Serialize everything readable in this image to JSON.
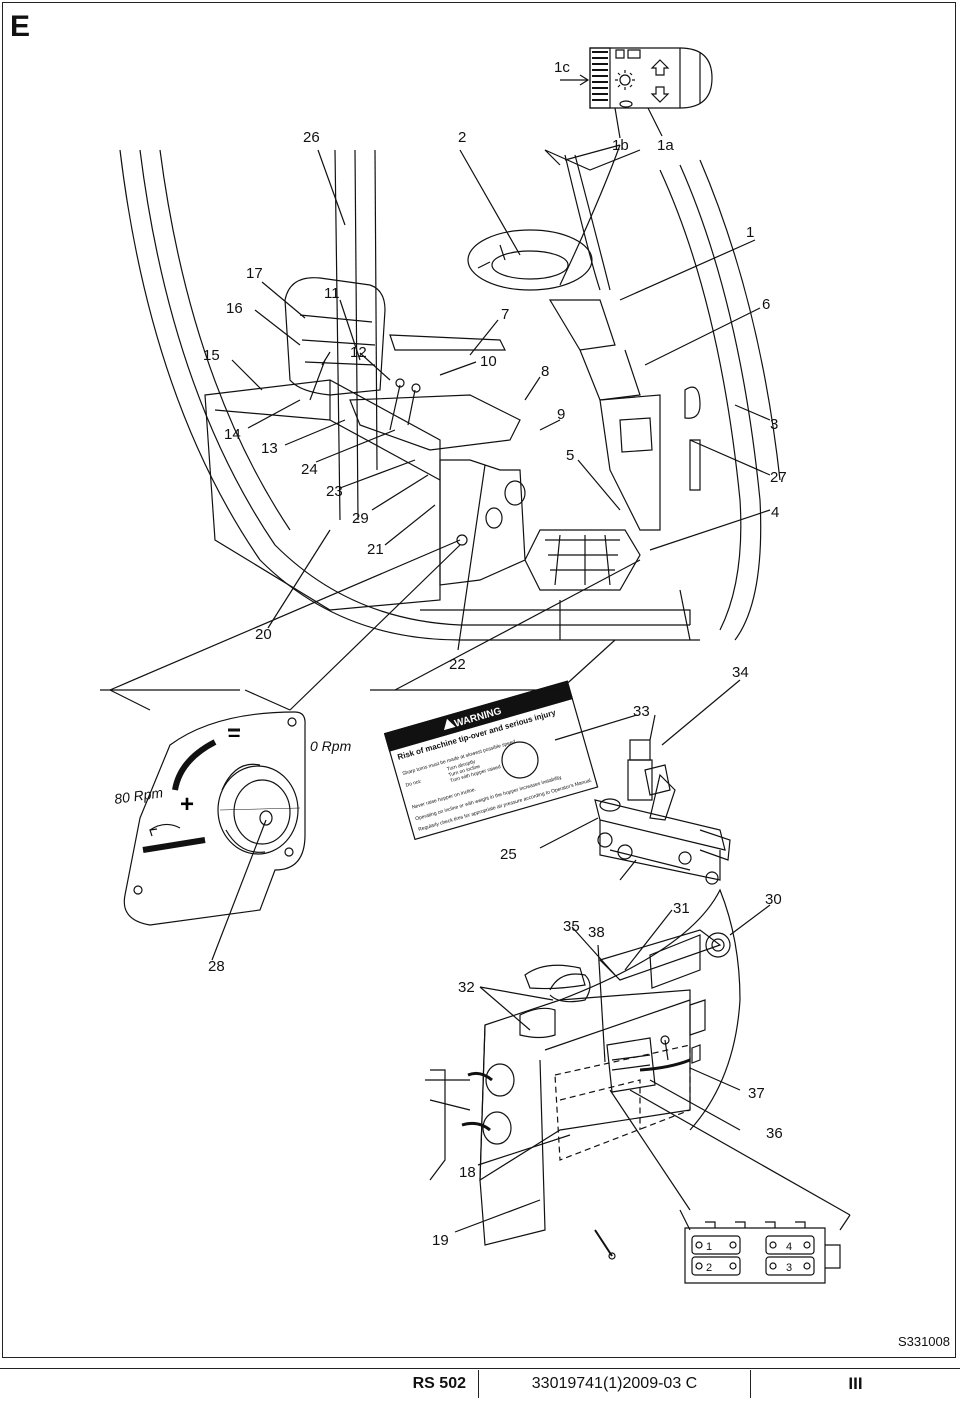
{
  "section_letter": "E",
  "figure_code": "S331008",
  "footer": {
    "model": "RS 502",
    "document": "33019741(1)2009-03 C",
    "revision": "III"
  },
  "callouts": {
    "c1c": "1c",
    "c1b": "1b",
    "c1a": "1a",
    "c26": "26",
    "c2": "2",
    "c1": "1",
    "c17": "17",
    "c16": "16",
    "c11": "11",
    "c7": "7",
    "c6": "6",
    "c15": "15",
    "c12": "12",
    "c10": "10",
    "c8": "8",
    "c9": "9",
    "c3": "3",
    "c14": "14",
    "c13": "13",
    "c24": "24",
    "c5": "5",
    "c27": "27",
    "c23": "23",
    "c29": "29",
    "c4": "4",
    "c21": "21",
    "c20": "20",
    "c22": "22",
    "c34": "34",
    "c33": "33",
    "c25": "25",
    "c30": "30",
    "c31": "31",
    "c35": "35",
    "c38": "38",
    "c28": "28",
    "c32": "32",
    "c37": "37",
    "c36": "36",
    "c18": "18",
    "c19": "19"
  },
  "speed_dial": {
    "max_label": "80 Rpm",
    "min_label": "0 Rpm",
    "plus": "+",
    "minus": "–"
  },
  "warning_decal": {
    "title": "WARNING",
    "subtitle": "Risk of machine tip-over and serious injury",
    "line1": "Sharp turns must be made at slowest possible speed.",
    "do_not": "Do not:",
    "item1": "Turn abruptly",
    "item2": "Turn on incline",
    "item3": "Turn with hopper raised",
    "line2": "Never raise hopper on incline.",
    "line3": "Operating on incline or with weight in the hopper increases instability.",
    "line4": "Regularly check tires for appropriate air pressure according to Operator's Manual."
  },
  "fuse_connector": {
    "pins": [
      "1",
      "4",
      "2",
      "3"
    ]
  }
}
